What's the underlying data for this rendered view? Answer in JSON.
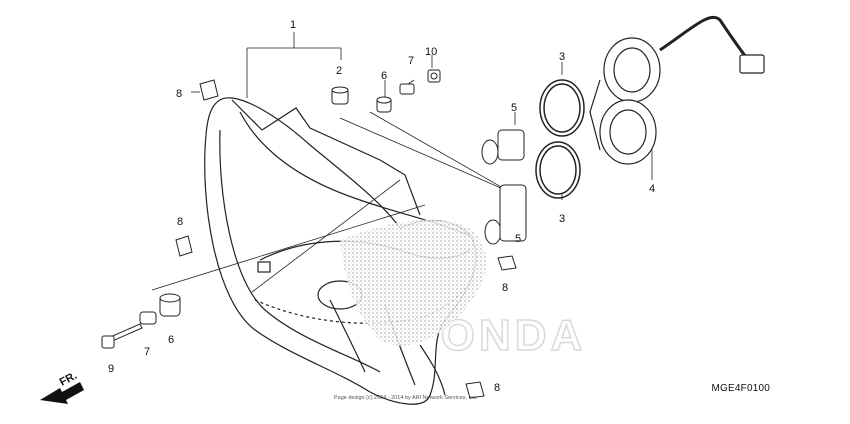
{
  "diagram": {
    "code": "MGE4F0100",
    "copyright": "Page design (c) 2004 - 2014 by ARI Network Services, Inc.",
    "direction_label": "FR.",
    "watermark": "HONDA",
    "callouts": [
      "1",
      "2",
      "3",
      "3",
      "4",
      "5",
      "5",
      "6",
      "6",
      "7",
      "7",
      "8",
      "8",
      "8",
      "8",
      "9",
      "10"
    ]
  }
}
